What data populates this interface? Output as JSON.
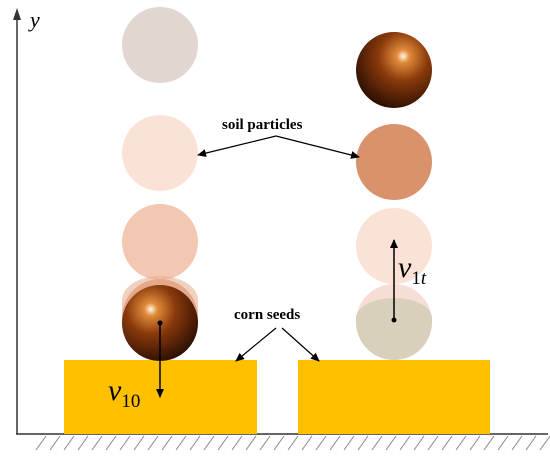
{
  "labels": {
    "y_axis": "y",
    "soil_particles": "soil particles",
    "corn_seeds": "corn seeds",
    "v10": {
      "base": "v",
      "sub": "10"
    },
    "v1t": {
      "base": "v",
      "sub_num": "1",
      "sub_var": "t"
    }
  },
  "colors": {
    "seed": "#ffc000",
    "axis": "#333333",
    "particle_gray": "#e2d6d1",
    "particle_faint": "#fae3d6",
    "particle_peach": "#f3c8b3",
    "particle_mid": "#e4a98a",
    "particle_brown": "#d8926c",
    "particle_ghost": "#f6ded6",
    "particle_olive": "#d9d0bb",
    "sphere_dark": "#4a1d05"
  }
}
